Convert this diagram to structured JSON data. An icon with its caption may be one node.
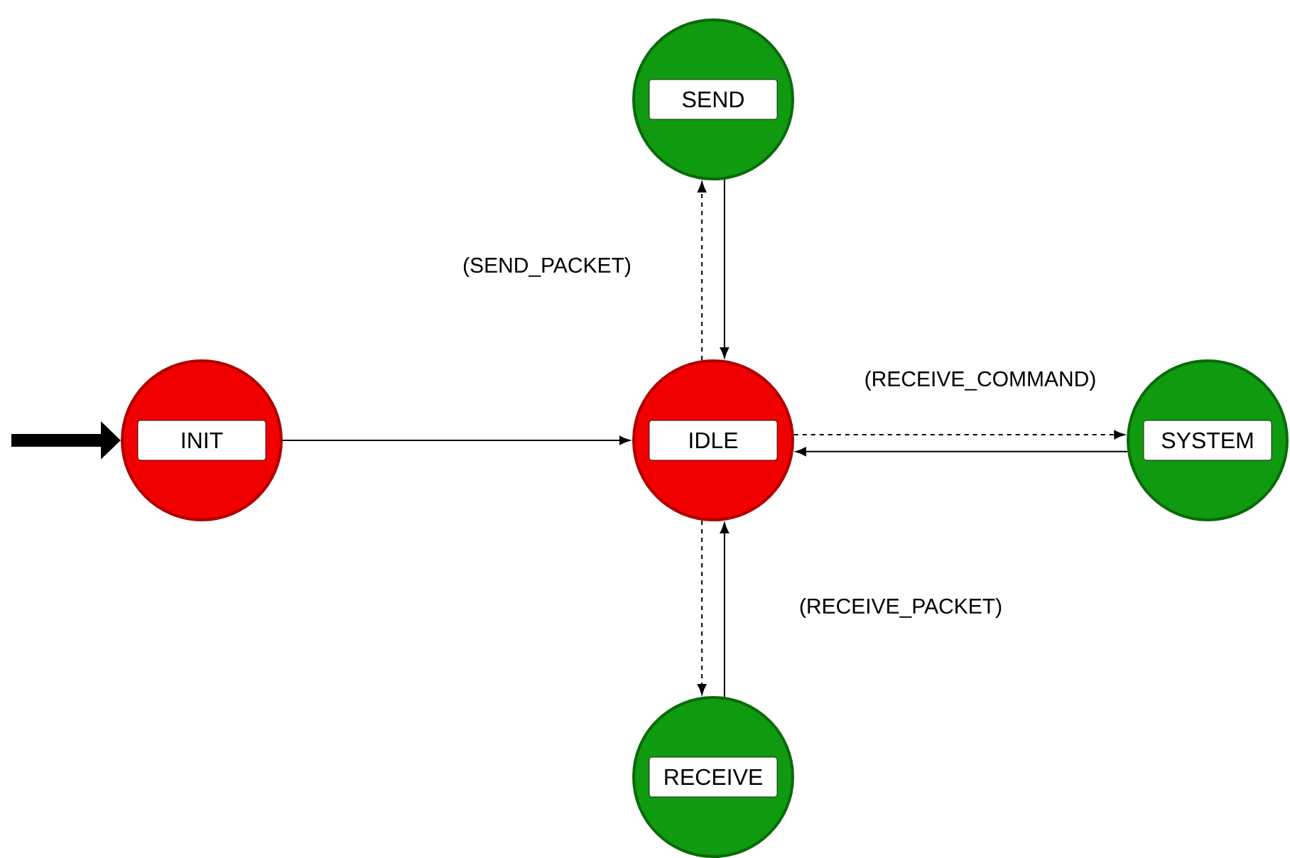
{
  "diagram": {
    "nodes": [
      {
        "text": [
          "INIT"
        ]
      },
      {
        "text": [
          "IDLE"
        ]
      },
      {
        "text": [
          "SEND"
        ]
      },
      {
        "text": [
          "SYSTEM"
        ]
      },
      {
        "text": [
          "RECEIVE"
        ]
      }
    ],
    "edges": [
      {
        "from": null,
        "to": 0,
        "arrow": "to",
        "style": "thick"
      },
      {
        "from": 0,
        "to": 1,
        "arrow": "to"
      },
      {
        "from": 1,
        "to": 2,
        "arrow": "to",
        "style": "dashed",
        "label": "(SEND_PACKET)"
      },
      {
        "from": 2,
        "to": 1,
        "arrow": "to"
      },
      {
        "from": 1,
        "to": 3,
        "arrow": "to",
        "style": "dashed",
        "label": "(RECEIVE_COMMAND)"
      },
      {
        "from": 3,
        "to": 1,
        "arrow": "to"
      },
      {
        "from": 1,
        "to": 4,
        "arrow": "to",
        "style": "dashed"
      },
      {
        "from": 4,
        "to": 1,
        "arrow": "to",
        "label": "(RECEIVE_PACKET)"
      }
    ]
  }
}
